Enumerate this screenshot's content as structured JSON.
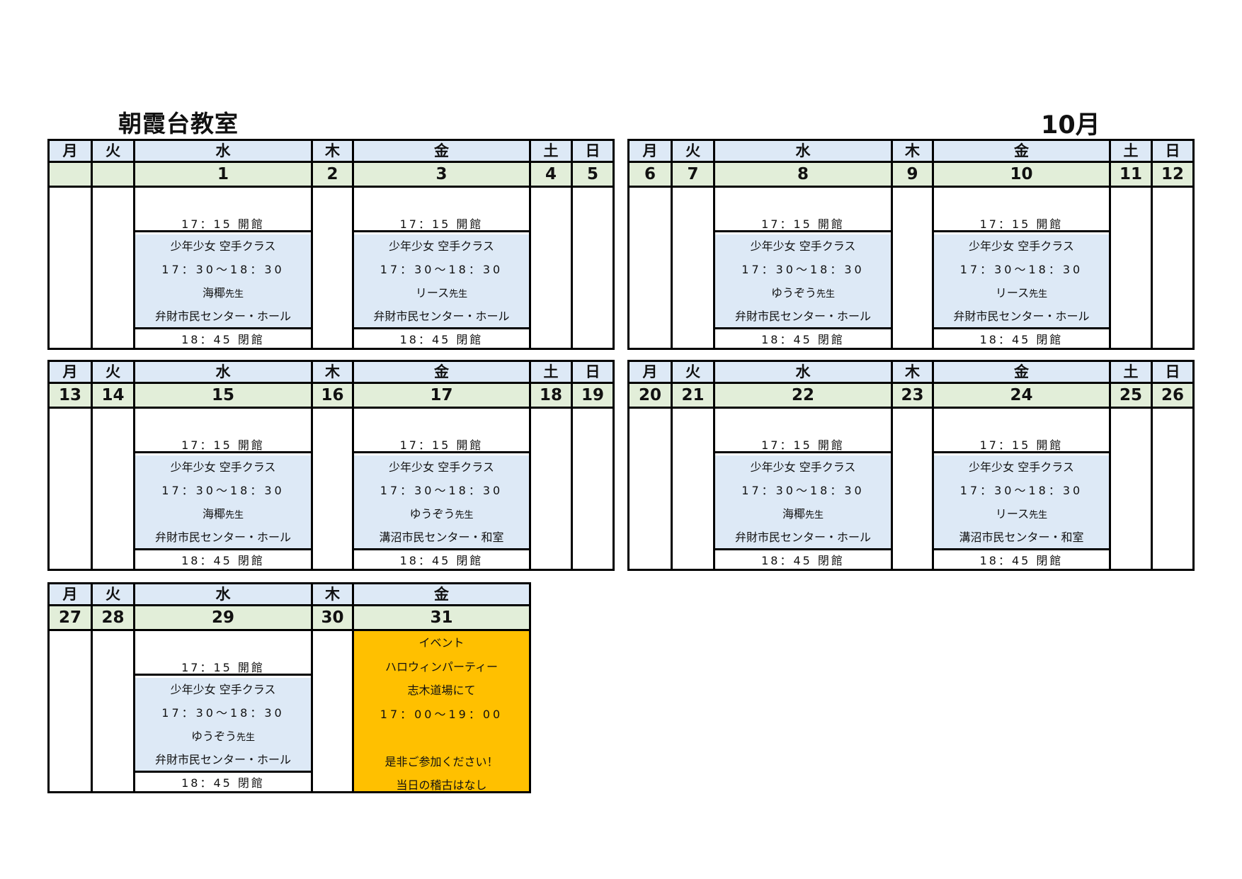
{
  "header": {
    "title": "朝霞台教室",
    "month": "10月"
  },
  "weekday_labels": [
    "月",
    "火",
    "水",
    "木",
    "金",
    "土",
    "日"
  ],
  "common": {
    "open": "17：15 開館",
    "class_name": "少年少女 空手クラス",
    "class_time": "17：30〜18：30",
    "teacher_suffix": "先生",
    "close": "18：45 閉館"
  },
  "weeks": [
    {
      "dates": [
        "",
        "",
        "1",
        "2",
        "3",
        "4",
        "5"
      ],
      "wed": {
        "teacher": "海椰",
        "venue": "弁財市民センター・ホール"
      },
      "fri": {
        "teacher": "リース",
        "venue": "弁財市民センター・ホール"
      }
    },
    {
      "dates": [
        "6",
        "7",
        "8",
        "9",
        "10",
        "11",
        "12"
      ],
      "wed": {
        "teacher": "ゆうぞう",
        "venue": "弁財市民センター・ホール"
      },
      "fri": {
        "teacher": "リース",
        "venue": "弁財市民センター・ホール"
      }
    },
    {
      "dates": [
        "13",
        "14",
        "15",
        "16",
        "17",
        "18",
        "19"
      ],
      "wed": {
        "teacher": "海椰",
        "venue": "弁財市民センター・ホール"
      },
      "fri": {
        "teacher": "ゆうぞう",
        "venue": "溝沼市民センター・和室"
      }
    },
    {
      "dates": [
        "20",
        "21",
        "22",
        "23",
        "24",
        "25",
        "26"
      ],
      "wed": {
        "teacher": "海椰",
        "venue": "弁財市民センター・ホール"
      },
      "fri": {
        "teacher": "リース",
        "venue": "溝沼市民センター・和室"
      }
    },
    {
      "dates": [
        "27",
        "28",
        "29",
        "30",
        "31"
      ],
      "wed": {
        "teacher": "ゆうぞう",
        "venue": "弁財市民センター・ホール"
      },
      "fri_event": {
        "lines": [
          "イベント",
          "ハロウィンパーティー",
          "志木道場にて",
          "17：00〜19：00",
          "",
          "是非ご参加ください！",
          "当日の稽古はなし"
        ],
        "color": "#ffc000"
      }
    }
  ],
  "colors": {
    "header_bg": "#dde9f6",
    "date_bg": "#e2eed9",
    "class_bg": "#dde9f6",
    "event_bg": "#ffc000"
  }
}
